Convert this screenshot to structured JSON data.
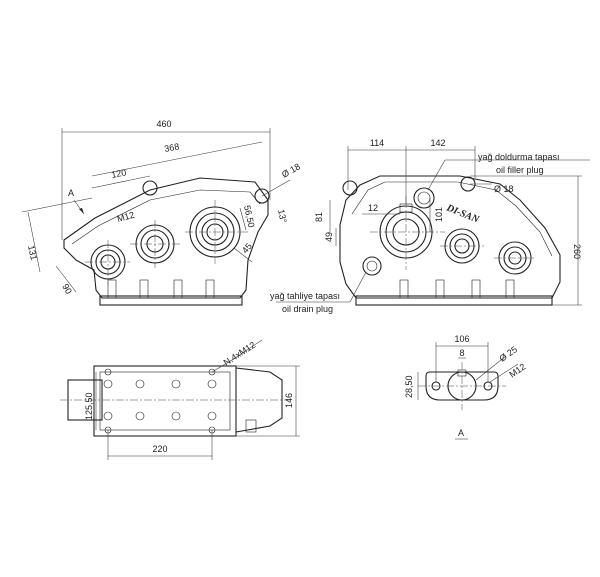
{
  "dimensions": {
    "overall_length": "460",
    "bolt_span": "368",
    "flange_offset": "120",
    "input_height": "131",
    "small_hole_dia": "Ø 18",
    "height_56_50": "56,50",
    "height_13": "13°",
    "angle_45": "45",
    "height_90": "90",
    "thread_m12": "M12",
    "view_ref_a": "A",
    "side_114": "114",
    "side_142": "142",
    "side_81": "81",
    "side_49": "49",
    "side_12": "12",
    "side_101": "101",
    "side_260": "260",
    "side_hole_dia": "Ø 18",
    "top_thread": "N.4xM12",
    "top_125_50": "125,50",
    "top_146": "146",
    "top_220": "220",
    "flange_106": "106",
    "flange_8": "8",
    "flange_dia_25": "Ø 25",
    "flange_m12": "M12",
    "flange_28_50": "28,50",
    "view_a_label": "A"
  },
  "notes": {
    "filler_tr": "yağ doldurma tapası",
    "filler_en": "oil filler plug",
    "drain_tr": "yağ tahliye tapası",
    "drain_en": "oil drain plug"
  },
  "brand": "DI-SAN"
}
